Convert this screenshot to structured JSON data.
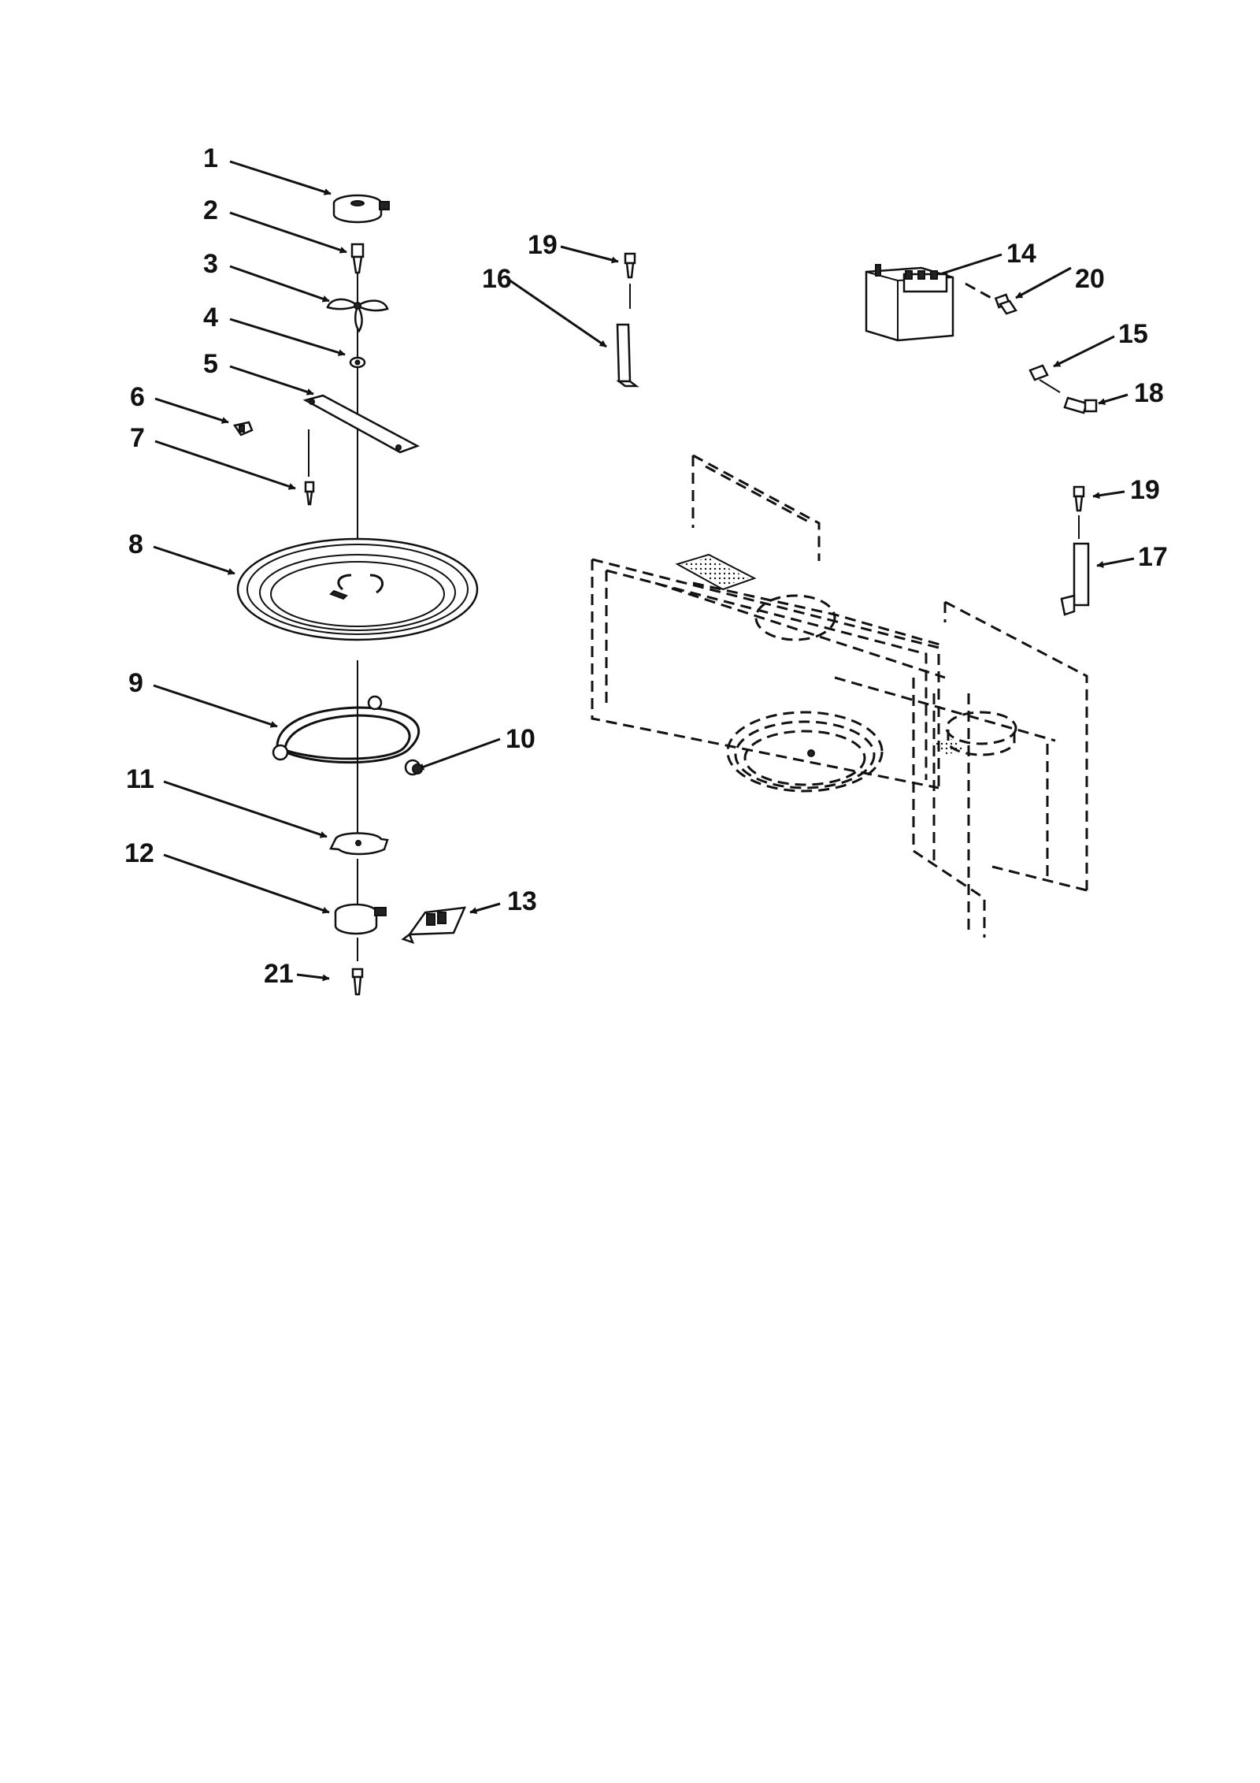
{
  "callouts": {
    "c1": "1",
    "c2": "2",
    "c3": "3",
    "c4": "4",
    "c5": "5",
    "c6": "6",
    "c7": "7",
    "c8": "8",
    "c9": "9",
    "c10": "10",
    "c11": "11",
    "c12": "12",
    "c13": "13",
    "c14": "14",
    "c15": "15",
    "c16": "16",
    "c17": "17",
    "c18": "18",
    "c19a": "19",
    "c19b": "19",
    "c20": "20",
    "c21": "21"
  },
  "colors": {
    "line": "#111111",
    "background": "#ffffff"
  }
}
